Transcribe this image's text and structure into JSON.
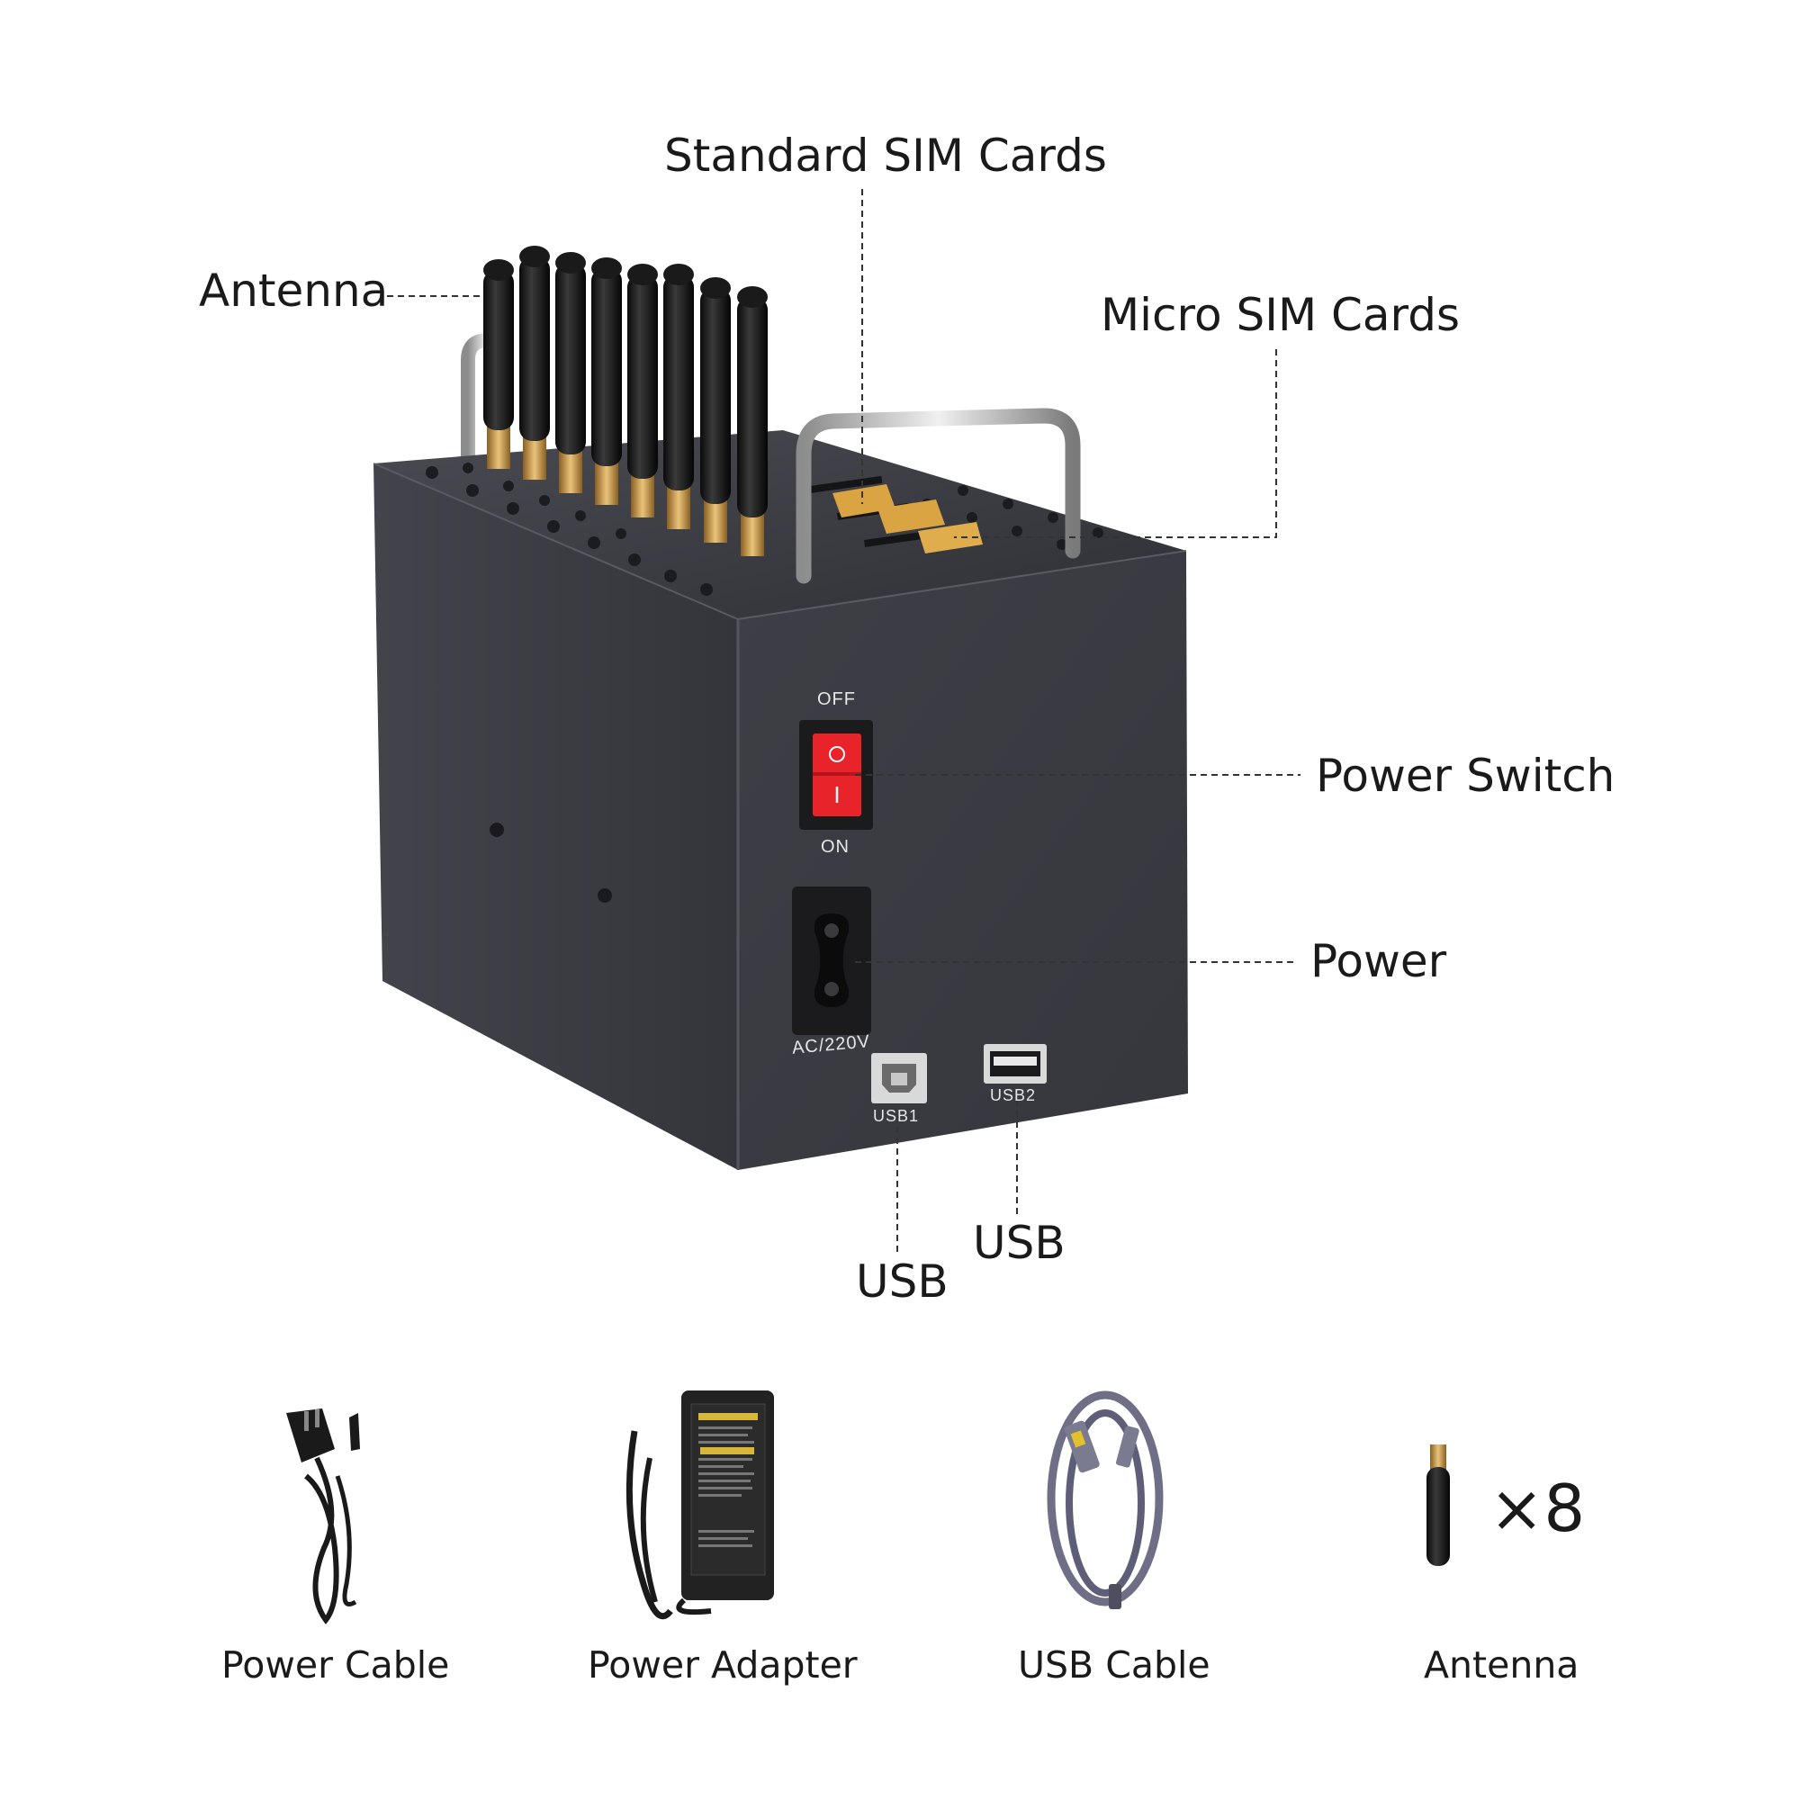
{
  "callouts": {
    "standard_sim_cards": "Standard SIM Cards",
    "antenna": "Antenna",
    "micro_sim_cards": "Micro SIM Cards",
    "power_switch": "Power Switch",
    "power": "Power",
    "usb_right": "USB",
    "usb_left": "USB"
  },
  "device_markings": {
    "off": "OFF",
    "on": "ON",
    "ac": "AC/220V",
    "usb1": "USB1",
    "usb2": "USB2"
  },
  "accessories": [
    {
      "label": "Power Cable",
      "icon": "power-cable-icon"
    },
    {
      "label": "Power Adapter",
      "icon": "power-adapter-icon"
    },
    {
      "label": "USB Cable",
      "icon": "usb-cable-icon"
    },
    {
      "label": "Antenna",
      "icon": "antenna-icon",
      "count_text": "×8"
    }
  ],
  "colors": {
    "device_body": "#3a3b41",
    "switch_red": "#e8232a",
    "sim_gold": "#d9a441",
    "antenna_black": "#111111",
    "connector_brass": "#c8953a"
  }
}
